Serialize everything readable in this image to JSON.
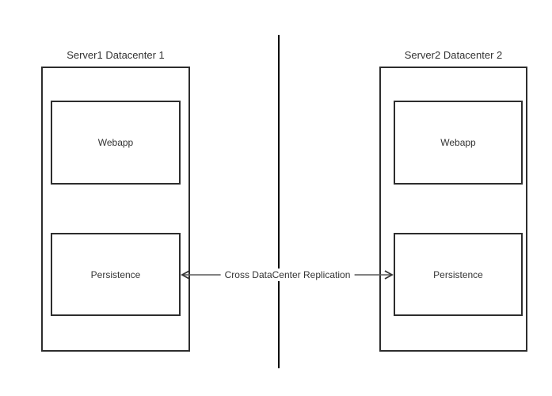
{
  "diagram": {
    "servers": [
      {
        "title": "Server1 Datacenter 1",
        "components": [
          {
            "label": "Webapp"
          },
          {
            "label": "Persistence"
          }
        ]
      },
      {
        "title": "Server2 Datacenter 2",
        "components": [
          {
            "label": "Webapp"
          },
          {
            "label": "Persistence"
          }
        ]
      }
    ],
    "connector": {
      "label": "Cross DataCenter Replication",
      "style": "double-headed-arrow"
    },
    "colors": {
      "background": "#ffffff",
      "box_border": "#2d2d2d",
      "divider": "#000000",
      "arrow": "#595959",
      "text": "#333333"
    }
  }
}
